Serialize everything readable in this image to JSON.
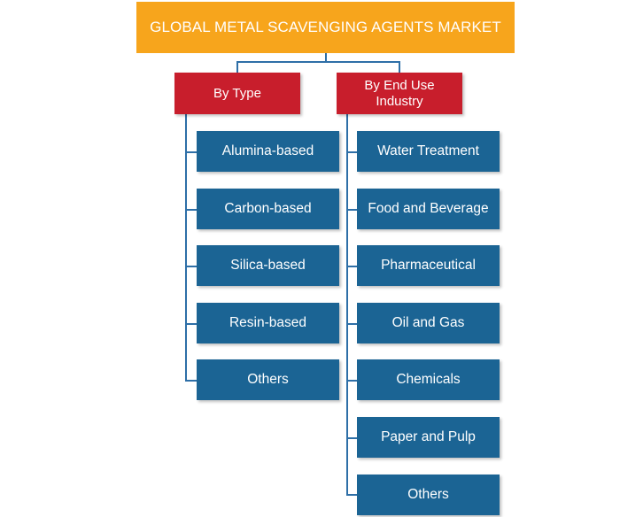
{
  "title": "GLOBAL METAL SCAVENGING AGENTS MARKET",
  "categories": [
    {
      "label": "By Type",
      "items": [
        "Alumina-based",
        "Carbon-based",
        "Silica-based",
        "Resin-based",
        "Others"
      ]
    },
    {
      "label": "By End Use Industry",
      "items": [
        "Water Treatment",
        "Food and Beverage",
        "Pharmaceutical",
        "Oil and Gas",
        "Chemicals",
        "Paper and Pulp",
        "Others"
      ]
    }
  ],
  "colors": {
    "title_bg": "#F7A51C",
    "category_bg": "#C81E2C",
    "leaf_bg": "#1B6494",
    "connector": "#2E6FA7"
  }
}
